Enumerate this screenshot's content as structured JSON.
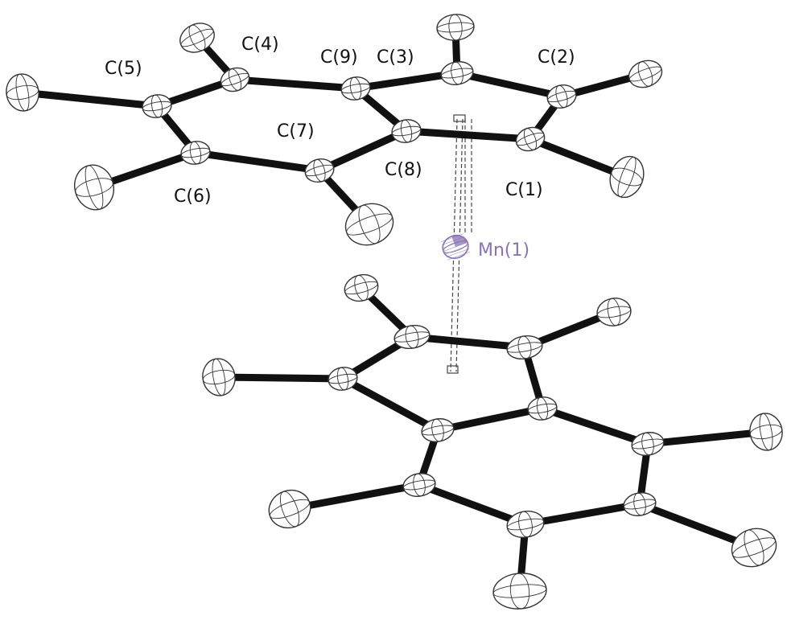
{
  "colors": {
    "bond": "#111111",
    "atom_stroke": "#333333",
    "atom_fill": "#ffffff",
    "metal": "#8a72b4",
    "background": "#ffffff"
  },
  "labels": {
    "c1": "C(1)",
    "c2": "C(2)",
    "c3": "C(3)",
    "c4": "C(4)",
    "c5": "C(5)",
    "c6": "C(6)",
    "c7": "C(7)",
    "c8": "C(8)",
    "c9": "C(9)",
    "mn1": "Mn(1)"
  }
}
